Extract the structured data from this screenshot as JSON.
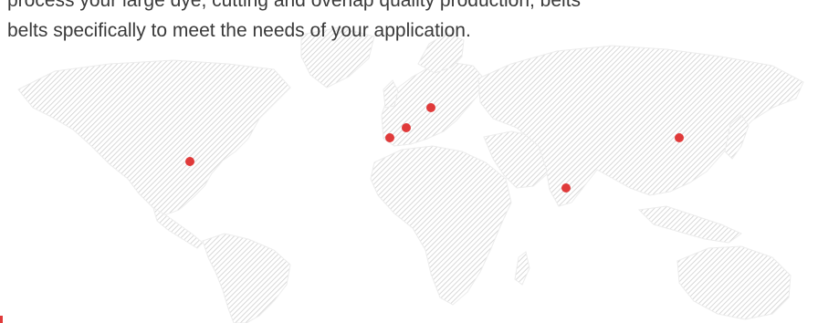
{
  "intro": {
    "lines": [
      "process your large dye, cutting and overlap quality production, belts",
      "belts specifically to meet the needs of your application."
    ]
  },
  "map": {
    "marker_color": "#e03a3a",
    "map_color": "#cfcfcf",
    "locations": [
      {
        "id": "usa-southeast"
      },
      {
        "id": "spain"
      },
      {
        "id": "france"
      },
      {
        "id": "germany"
      },
      {
        "id": "india"
      },
      {
        "id": "china"
      }
    ]
  },
  "accent_color": "#e03a3a"
}
